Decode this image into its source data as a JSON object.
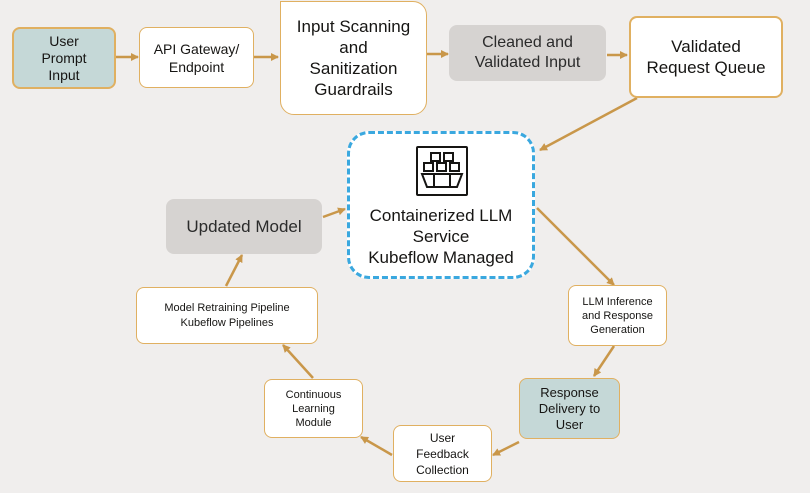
{
  "nodes": {
    "user_prompt": "User\nPrompt\nInput",
    "api_gateway": "API Gateway/\nEndpoint",
    "input_scanning": "Input Scanning\nand\nSanitization\nGuardrails",
    "cleaned_input": "Cleaned and\nValidated Input",
    "validated_queue": "Validated\nRequest Queue",
    "llm_service": "Containerized LLM\nService\nKubeflow Managed",
    "updated_model": "Updated Model",
    "llm_inference": "LLM Inference\nand Response\nGeneration",
    "model_retraining": "Model Retraining Pipeline\nKubeflow Pipelines",
    "response_delivery": "Response\nDelivery to\nUser",
    "continuous_learning": "Continuous\nLearning\nModule",
    "user_feedback": "User\nFeedback\nCollection"
  },
  "icons": {
    "service_icon": "container-ship-icon"
  },
  "colors": {
    "background": "#f0eeed",
    "arrow": "#c9974a",
    "border": "#e0b061",
    "teal_fill": "#c5d8d7",
    "gray_fill": "#d6d3d1",
    "dashed_border": "#3aa8df"
  }
}
